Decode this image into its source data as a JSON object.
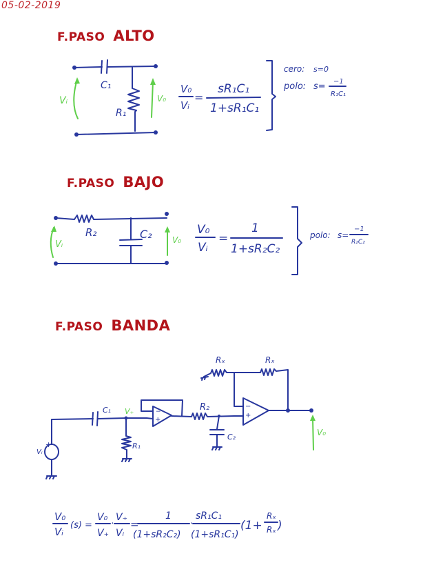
{
  "date": "05-02-2019",
  "colors": {
    "title_red": "#b3141b",
    "ink_blue": "#28379e",
    "voltage_green": "#5fcf4a"
  },
  "sections": {
    "high_pass": {
      "title_prefix": "F.PASO",
      "title_main": "ALTO",
      "labels": {
        "capacitor": "C₁",
        "resistor": "R₁",
        "vin": "Vᵢ",
        "vout": "V₀"
      },
      "tf_lhs_num": "V₀",
      "tf_lhs_den": "Vᵢ",
      "tf_num": "sR₁C₁",
      "tf_den": "1+sR₁C₁",
      "zero_label": "cero:",
      "zero_value": "s=0",
      "pole_label": "polo:",
      "pole_lhs": "s=",
      "pole_num": "−1",
      "pole_den": "R₁C₁"
    },
    "low_pass": {
      "title_prefix": "F.PASO",
      "title_main": "BAJO",
      "labels": {
        "resistor": "R₂",
        "capacitor": "C₂",
        "vin": "Vᵢ",
        "vout": "V₀"
      },
      "tf_lhs_num": "V₀",
      "tf_lhs_den": "Vᵢ",
      "tf_num": "1",
      "tf_den": "1+sR₂C₂",
      "pole_label": "polo:",
      "pole_lhs": "s=",
      "pole_num": "−1",
      "pole_den": "R₂C₂"
    },
    "band_pass": {
      "title_prefix": "F.PASO",
      "title_main": "BANDA",
      "labels": {
        "c1": "C₁",
        "r1": "R₁",
        "vplus": "V₊",
        "r2": "R₂",
        "c2": "C₂",
        "rx_ground": "Rₓ",
        "rx_feedback": "Rₓ",
        "vin": "Vᵢ",
        "vout": "V₀",
        "plus": "+",
        "minus": "−"
      },
      "equation": {
        "lhs_num": "V₀",
        "lhs_den": "Vᵢ",
        "lhs_arg": "(s) =",
        "f1_num": "V₀",
        "f1_den": "V₊",
        "f2_num": "V₊",
        "f2_den": "Vᵢ",
        "eq": "=",
        "t1_num": "1",
        "t1_den": "(1+sR₂C₂)",
        "t2_num": "sR₁C₁",
        "t2_den": "(1+sR₁C₁)",
        "t3_open": "(1+",
        "t3_num": "Rₓ",
        "t3_den": "Rₓ",
        "t3_close": ")",
        "dot": "·"
      }
    }
  }
}
